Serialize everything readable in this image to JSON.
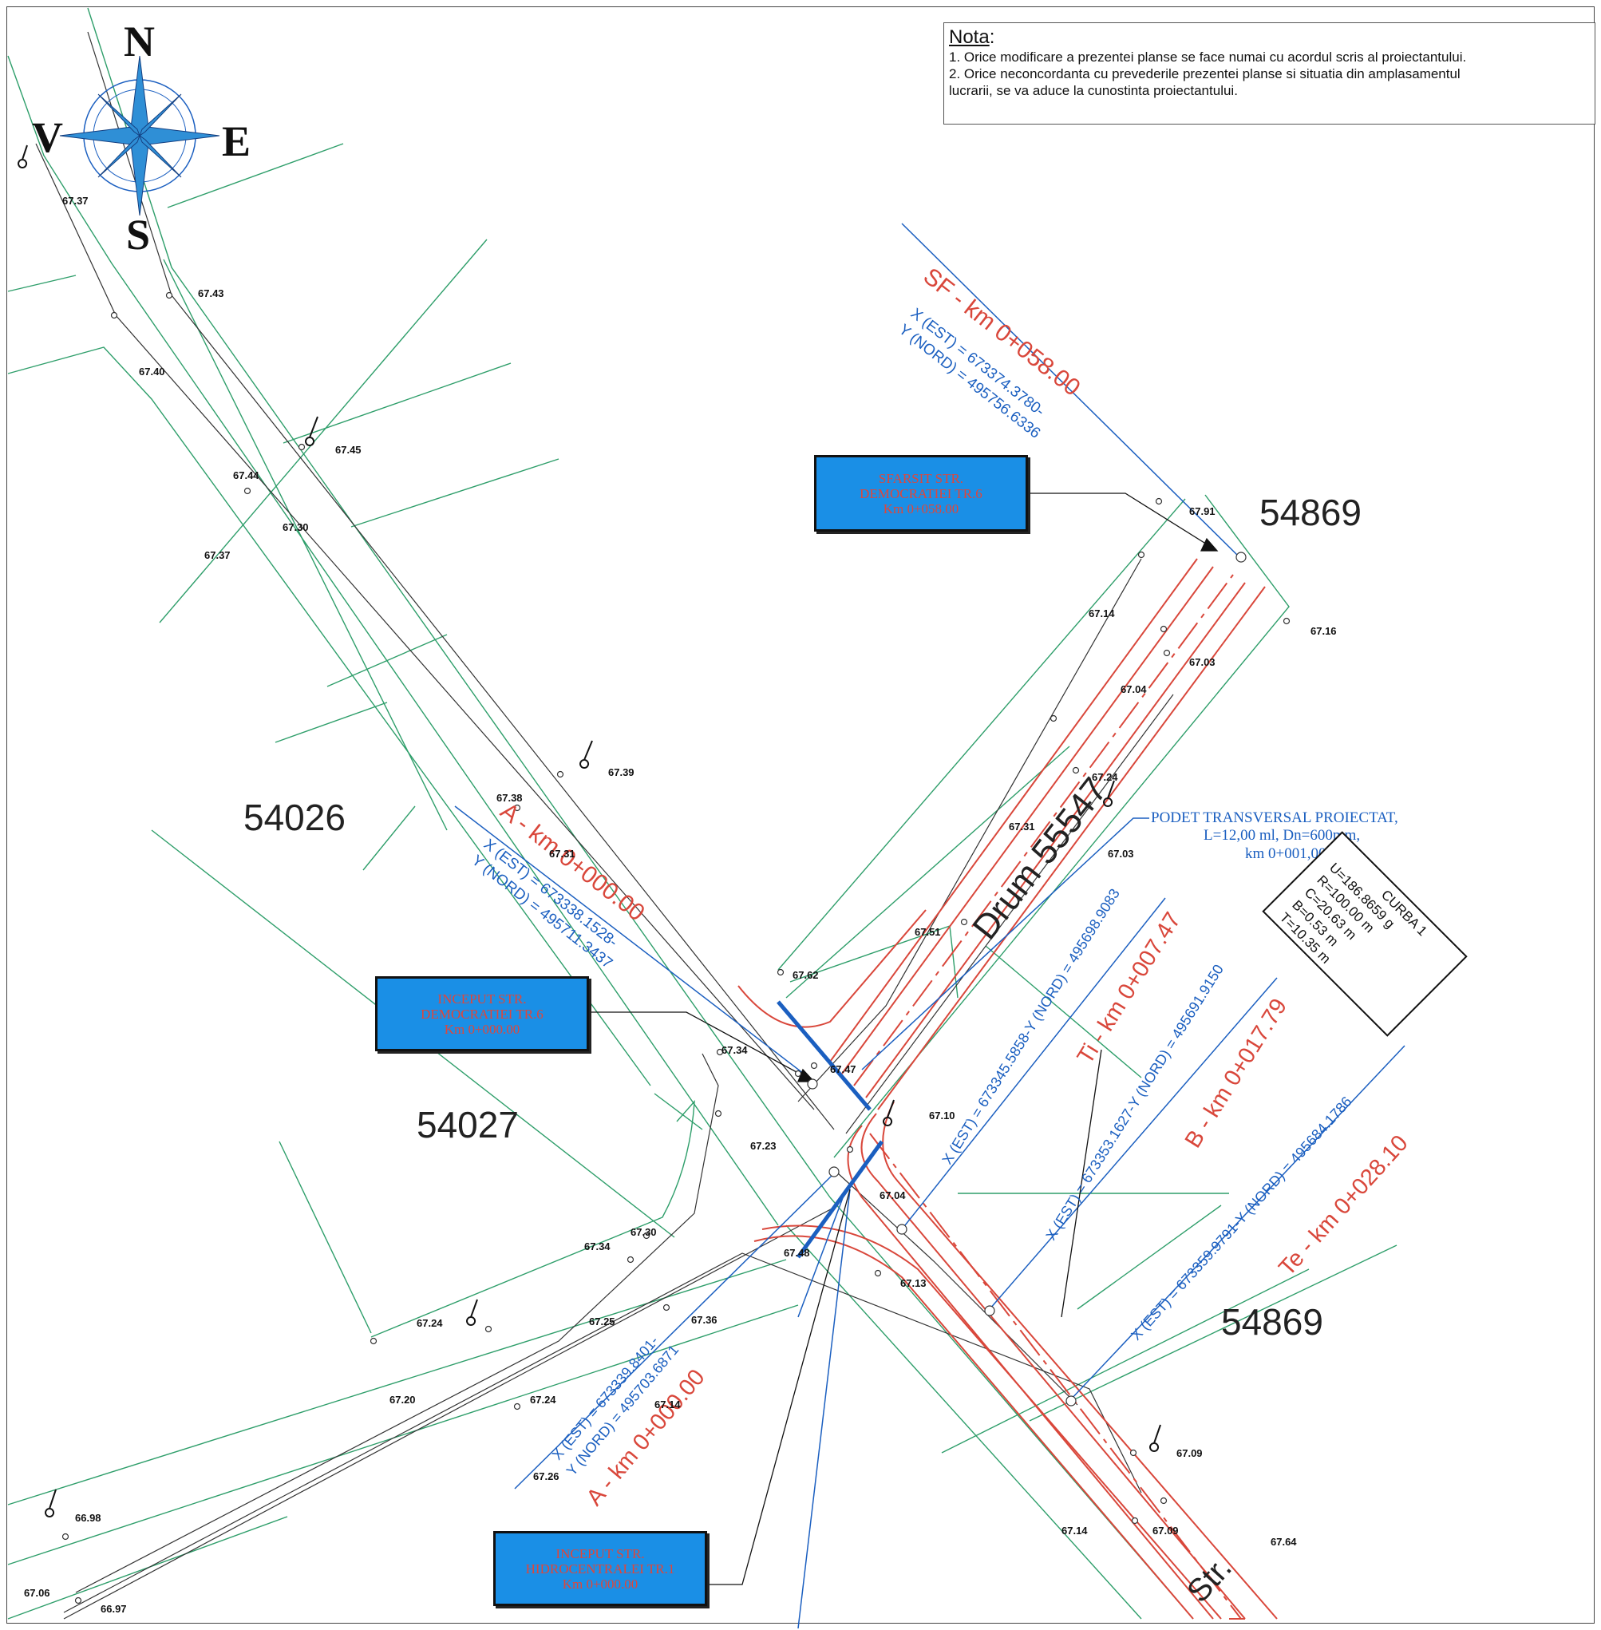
{
  "note": {
    "title": "Nota",
    "colon": ":",
    "line1": "1. Orice modificare a prezentei planse se face numai cu acordul scris al proiectantului.",
    "line2": "2. Orice neconcordanta cu prevederile prezentei planse si situatia din amplasamentul",
    "line3": "lucrarii, se va aduce la cunostinta proiectantului."
  },
  "compass": {
    "north": "N",
    "south": "S",
    "east": "E",
    "west": "V"
  },
  "parcels": {
    "p1": "54869",
    "p2": "54026",
    "p3": "54027",
    "p4": "54869"
  },
  "road_labels": {
    "drum": "Drum 55547",
    "str": "Str."
  },
  "boxes": {
    "end_democratiei": {
      "line1": "SFARSIT STR.",
      "line2": "DEMOCRATIEI TR.6",
      "line3": "Km 0+058.00"
    },
    "start_democratiei": {
      "line1": "INCEPUT STR.",
      "line2": "DEMOCRATIEI TR.6",
      "line3": "Km 0+000.00"
    },
    "start_hidrocentralei": {
      "line1": "INCEPUT STR.",
      "line2": "HIDROCENTRALEI TR.1",
      "line3": "Km 0+000.00"
    }
  },
  "podet": {
    "line1": "PODET TRANSVERSAL PROIECTAT,",
    "line2": "L=12,00 ml, Dn=600mm,",
    "line3": "km 0+001,00"
  },
  "curve": {
    "title": "CURBA 1",
    "u": "U=186.8659 g",
    "r": "R=100.00 m",
    "c": "C=20.63 m",
    "b": "B=0.53 m",
    "t": "T=10.35 m"
  },
  "stations": {
    "sf": {
      "km": "SF - km 0+058.00",
      "x": "X (EST) = 673374.3780-",
      "y": "Y (NORD) = 495756.6336"
    },
    "a_top": {
      "km": "A - km 0+000.00",
      "x": "X (EST) = 673338.1528-",
      "y": "Y (NORD) = 495711.3437"
    },
    "ti": {
      "km": "Ti - km 0+007.47",
      "coord": "X (EST) = 673345.5858-Y (NORD) = 495698.9083"
    },
    "b": {
      "km": "B - km 0+017.79",
      "coord": "X (EST) = 673353.1627-Y (NORD) = 495691.9150"
    },
    "te": {
      "km": "Te - km 0+028.10",
      "coord": "X (EST) = 673359.9791-Y (NORD) = 495684.1786"
    },
    "a_bottom": {
      "km": "A - km 0+000.00",
      "x": "X (EST) = 673339.8401-",
      "y": "Y (NORD) = 495703.6871"
    }
  },
  "elevations": [
    "67.37",
    "67.43",
    "67.40",
    "67.45",
    "67.44",
    "67.30",
    "67.37",
    "67.39",
    "67.38",
    "67.31",
    "67.62",
    "67.34",
    "67.23",
    "67.34",
    "67.30",
    "67.24",
    "67.25",
    "67.36",
    "67.20",
    "67.24",
    "67.14",
    "67.26",
    "66.98",
    "67.06",
    "66.97",
    "67.91",
    "67.16",
    "67.14",
    "67.03",
    "67.04",
    "67.24",
    "67.31",
    "67.03",
    "67.51",
    "67.47",
    "67.10",
    "67.04",
    "67.48",
    "67.13",
    "67.09",
    "67.14",
    "67.09",
    "67.64"
  ],
  "colors": {
    "boundary": "#2e9e6a",
    "road": "#d9473b",
    "annotation": "#1b5fc0",
    "box_fill": "#1a8fe6",
    "box_text": "#e0463a"
  }
}
